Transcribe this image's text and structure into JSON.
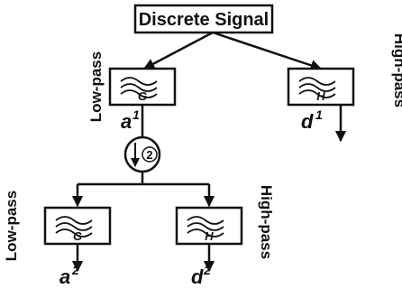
{
  "root": {
    "label": "Discrete Signal"
  },
  "level1": {
    "low": {
      "side_label": "Low-pass",
      "filter": "G",
      "output": "a",
      "output_sup": "1"
    },
    "high": {
      "side_label": "High-pass",
      "filter": "H",
      "output": "d",
      "output_sup": "1"
    }
  },
  "downsample": {
    "factor": "2"
  },
  "level2": {
    "low": {
      "side_label": "Low-pass",
      "filter": "G",
      "output": "a",
      "output_sup": "2"
    },
    "high": {
      "side_label": "High-pass",
      "filter": "H",
      "output": "d",
      "output_sup": "2"
    }
  }
}
